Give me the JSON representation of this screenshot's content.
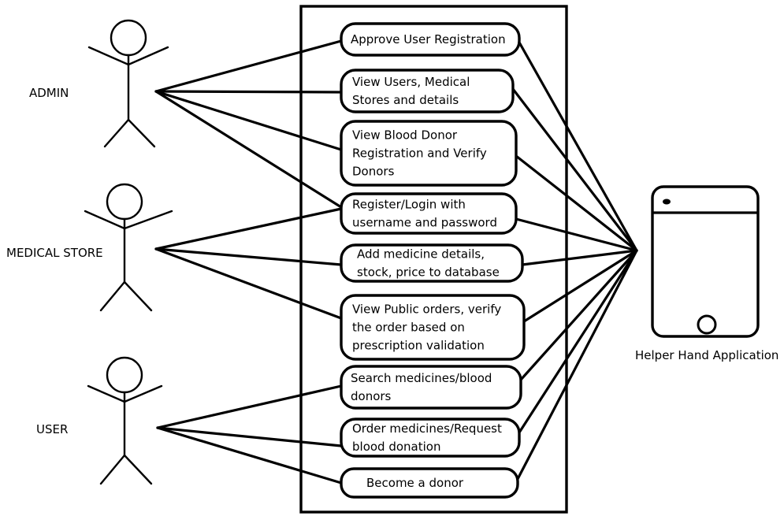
{
  "actors": [
    {
      "id": "admin",
      "label": "ADMIN"
    },
    {
      "id": "medical_store",
      "label": "MEDICAL STORE"
    },
    {
      "id": "user",
      "label": "USER"
    }
  ],
  "use_cases": [
    {
      "id": "uc1",
      "lines": [
        "Approve User Registration"
      ]
    },
    {
      "id": "uc2",
      "lines": [
        "View Users, Medical",
        "Stores and details"
      ]
    },
    {
      "id": "uc3",
      "lines": [
        "View Blood Donor",
        "Registration and Verify",
        "Donors"
      ]
    },
    {
      "id": "uc4",
      "lines": [
        "Register/Login with",
        "username and password"
      ]
    },
    {
      "id": "uc5",
      "lines": [
        "Add medicine details,",
        "stock, price to database"
      ]
    },
    {
      "id": "uc6",
      "lines": [
        "View Public orders, verify",
        "the order based on",
        "prescription validation"
      ]
    },
    {
      "id": "uc7",
      "lines": [
        "Search medicines/blood",
        "donors"
      ]
    },
    {
      "id": "uc8",
      "lines": [
        "Order medicines/Request",
        "blood donation"
      ]
    },
    {
      "id": "uc9",
      "lines": [
        "Become a donor"
      ]
    }
  ],
  "system": {
    "label": "Helper Hand Application"
  },
  "associations": {
    "admin": [
      "uc1",
      "uc2",
      "uc3",
      "uc4"
    ],
    "medical_store": [
      "uc4",
      "uc5",
      "uc6"
    ],
    "user": [
      "uc7",
      "uc8",
      "uc9"
    ],
    "system": [
      "uc1",
      "uc2",
      "uc3",
      "uc4",
      "uc5",
      "uc6",
      "uc7",
      "uc8",
      "uc9"
    ]
  }
}
